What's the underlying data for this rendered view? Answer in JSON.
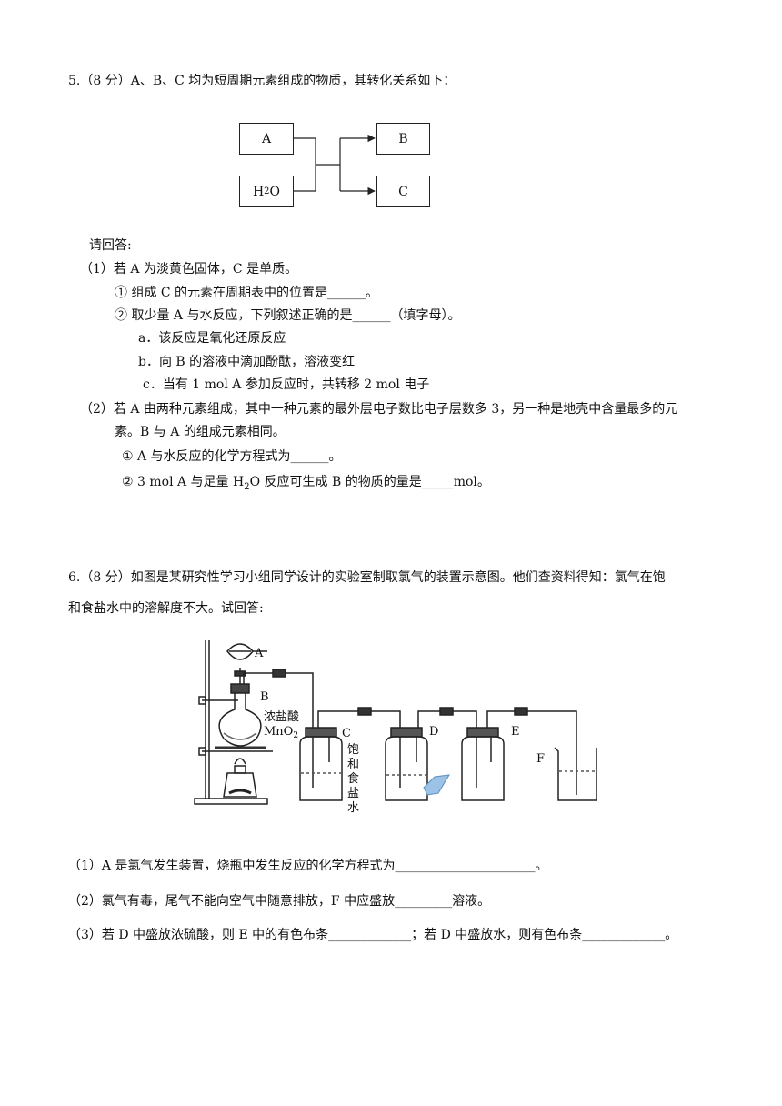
{
  "q5": {
    "header": "5.（8 分）A、B、C 均为短周期元素组成的物质，其转化关系如下：",
    "diagram": {
      "a": "A",
      "h2o_main": "H",
      "h2o_sub": "2",
      "h2o_tail": "O",
      "b": "B",
      "c": "C"
    },
    "intro": "请回答:",
    "p1": "（1）若 A 为淡黄色固体，C 是单质。",
    "p1_1": "① 组成 C 的元素在周期表中的位置是______。",
    "p1_2": "② 取少量 A 与水反应，下列叙述正确的是______（填字母）。",
    "opt_a": "a．该反应是氧化还原反应",
    "opt_b": "b．向 B 的溶液中滴加酚酞，溶液变红",
    "opt_c": "c．当有 1 mol A 参加反应时，共转移 2 mol  电子",
    "p2a": "（2）若 A 由两种元素组成，其中一种元素的最外层电子数比电子层数多 3，另一种是地壳中含量最多的元",
    "p2b": "素。B 与 A 的组成元素相同。",
    "p2_1": "① A 与水反应的化学方程式为______。",
    "p2_2_pre": "② 3 mol A 与足量 H",
    "p2_2_sub": "2",
    "p2_2_post": "O 反应可生成 B 的物质的量是_____mol。"
  },
  "q6": {
    "header_a": "6.（8 分）如图是某研究性学习小组同学设计的实验室制取氯气的装置示意图。他们查资料得知：氯气在饱",
    "header_b": "和食盐水中的溶解度不大。试回答:",
    "figure": {
      "label_a": "A",
      "label_b": "B",
      "label_c": "C",
      "label_d": "D",
      "label_e": "E",
      "label_f": "F",
      "acid": "浓盐酸",
      "mno2_main": "MnO",
      "mno2_sub": "2",
      "brine": [
        "饱",
        "和",
        "食",
        "盐",
        "水"
      ]
    },
    "s1": "（1）A 是氯气发生装置，烧瓶中发生反应的化学方程式为______________________。",
    "s2": "（2）氯气有毒，尾气不能向空气中随意排放，F 中应盛放_________溶液。",
    "s3": "（3）若 D 中盛放浓硫酸，则 E 中的有色布条_____________；若 D 中盛放水，则有色布条_____________。"
  }
}
